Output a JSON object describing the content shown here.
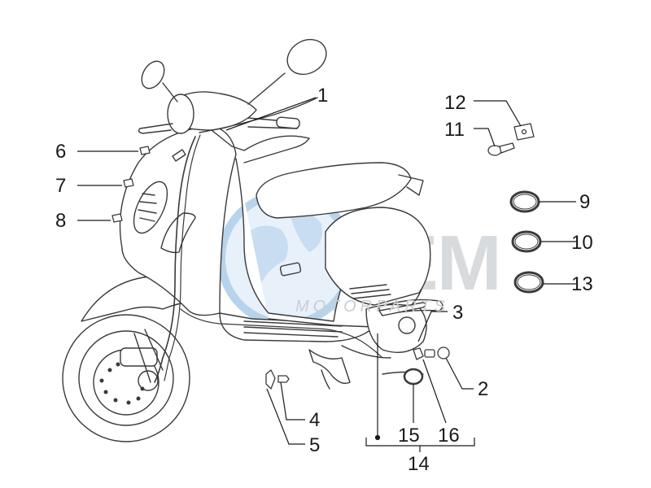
{
  "watermark": {
    "brand": "OEM",
    "tagline": "MOTORPARTS",
    "brand_color": "#9aa1a8",
    "globe_color": "#5b9bd5"
  },
  "callouts": {
    "c1": "1",
    "c2": "2",
    "c3": "3",
    "c4": "4",
    "c5": "5",
    "c6": "6",
    "c7": "7",
    "c8": "8",
    "c9": "9",
    "c10": "10",
    "c11": "11",
    "c12": "12",
    "c13": "13",
    "c14": "14",
    "c15": "15",
    "c16": "16"
  },
  "colors": {
    "line_art": "#3a3a3a",
    "text": "#1a1a1a"
  }
}
